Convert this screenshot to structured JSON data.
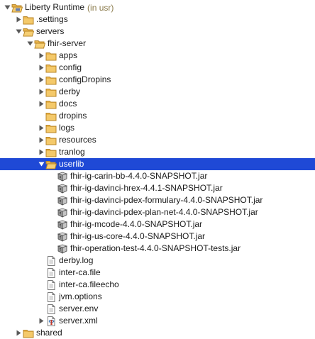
{
  "tree": [
    {
      "label": "Liberty Runtime",
      "suffix": "(in usr)",
      "depth": 0,
      "twisty": "open",
      "icon": "server-folder-icon"
    },
    {
      "label": ".settings",
      "depth": 1,
      "twisty": "closed",
      "icon": "folder-icon"
    },
    {
      "label": "servers",
      "depth": 1,
      "twisty": "open",
      "icon": "folder-open-icon"
    },
    {
      "label": "fhir-server",
      "depth": 2,
      "twisty": "open",
      "icon": "folder-open-icon"
    },
    {
      "label": "apps",
      "depth": 3,
      "twisty": "closed",
      "icon": "folder-icon"
    },
    {
      "label": "config",
      "depth": 3,
      "twisty": "closed",
      "icon": "folder-icon"
    },
    {
      "label": "configDropins",
      "depth": 3,
      "twisty": "closed",
      "icon": "folder-icon"
    },
    {
      "label": "derby",
      "depth": 3,
      "twisty": "closed",
      "icon": "folder-icon"
    },
    {
      "label": "docs",
      "depth": 3,
      "twisty": "closed",
      "icon": "folder-icon"
    },
    {
      "label": "dropins",
      "depth": 3,
      "twisty": "none",
      "icon": "folder-icon"
    },
    {
      "label": "logs",
      "depth": 3,
      "twisty": "closed",
      "icon": "folder-icon"
    },
    {
      "label": "resources",
      "depth": 3,
      "twisty": "closed",
      "icon": "folder-icon"
    },
    {
      "label": "tranlog",
      "depth": 3,
      "twisty": "closed",
      "icon": "folder-icon"
    },
    {
      "label": "userlib",
      "depth": 3,
      "twisty": "open",
      "icon": "folder-open-icon",
      "selected": true
    },
    {
      "label": "fhir-ig-carin-bb-4.4.0-SNAPSHOT.jar",
      "depth": 4,
      "twisty": "none",
      "icon": "jar-icon"
    },
    {
      "label": "fhir-ig-davinci-hrex-4.4.1-SNAPSHOT.jar",
      "depth": 4,
      "twisty": "none",
      "icon": "jar-icon"
    },
    {
      "label": "fhir-ig-davinci-pdex-formulary-4.4.0-SNAPSHOT.jar",
      "depth": 4,
      "twisty": "none",
      "icon": "jar-icon"
    },
    {
      "label": "fhir-ig-davinci-pdex-plan-net-4.4.0-SNAPSHOT.jar",
      "depth": 4,
      "twisty": "none",
      "icon": "jar-icon"
    },
    {
      "label": "fhir-ig-mcode-4.4.0-SNAPSHOT.jar",
      "depth": 4,
      "twisty": "none",
      "icon": "jar-icon"
    },
    {
      "label": "fhir-ig-us-core-4.4.0-SNAPSHOT.jar",
      "depth": 4,
      "twisty": "none",
      "icon": "jar-icon"
    },
    {
      "label": "fhir-operation-test-4.4.0-SNAPSHOT-tests.jar",
      "depth": 4,
      "twisty": "none",
      "icon": "jar-icon"
    },
    {
      "label": "derby.log",
      "depth": 3,
      "twisty": "none",
      "icon": "file-icon"
    },
    {
      "label": "inter-ca.file",
      "depth": 3,
      "twisty": "none",
      "icon": "file-icon"
    },
    {
      "label": "inter-ca.fileecho",
      "depth": 3,
      "twisty": "none",
      "icon": "file-icon"
    },
    {
      "label": "jvm.options",
      "depth": 3,
      "twisty": "none",
      "icon": "file-icon"
    },
    {
      "label": "server.env",
      "depth": 3,
      "twisty": "none",
      "icon": "file-icon"
    },
    {
      "label": "server.xml",
      "depth": 3,
      "twisty": "closed",
      "icon": "xml-file-icon"
    },
    {
      "label": "shared",
      "depth": 1,
      "twisty": "closed",
      "icon": "folder-icon"
    }
  ],
  "colors": {
    "selection": "#1f49d6",
    "folder": "#e9b44a",
    "folder_dark": "#b88527"
  }
}
